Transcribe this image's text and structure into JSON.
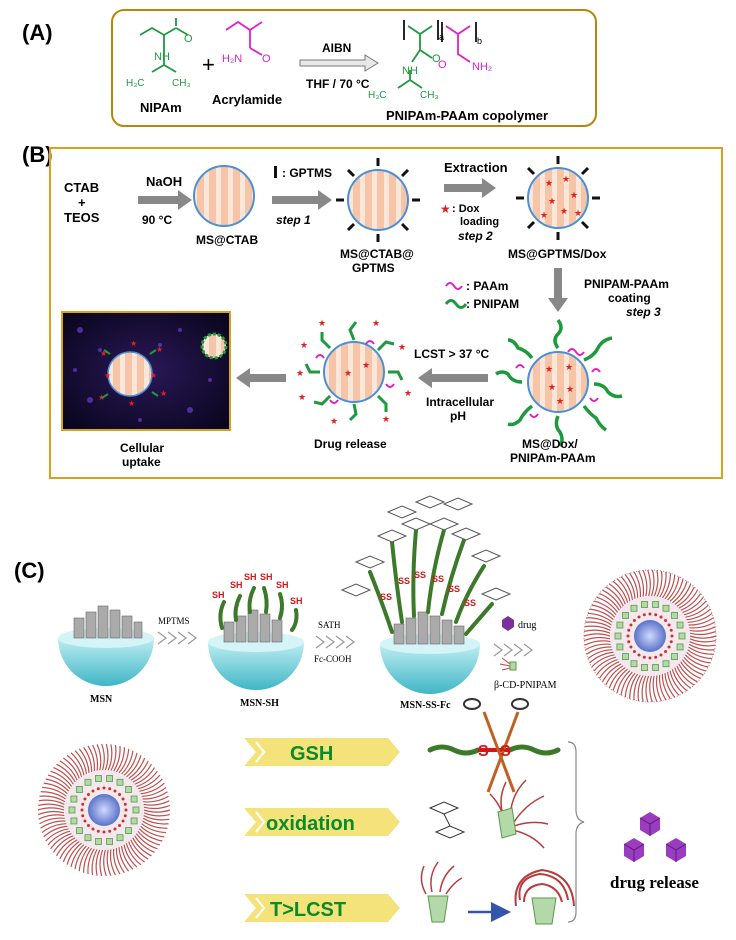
{
  "panelA": {
    "label": "(A)",
    "nipam": "NIPAm",
    "plus": "+",
    "acrylamide": "Acrylamide",
    "reagent": "AIBN",
    "conditions": "THF / 70 °C",
    "product": "PNIPAm-PAAm copolymer",
    "atoms": {
      "O": "O",
      "NH": "NH",
      "H3C": "H₃C",
      "CH3": "CH₃",
      "H2N": "H₂N",
      "NH2": "NH₂",
      "a": "a",
      "b": "b"
    }
  },
  "panelB": {
    "label": "(B)",
    "ctab": "CTAB",
    "plus": "+",
    "teos": "TEOS",
    "naoh": "NaOH",
    "temp": "90 °C",
    "gptms": ": GPTMS",
    "step1": "step 1",
    "ms_ctab": "MS@CTAB",
    "ms_ctab_gptms_1": "MS@CTAB@",
    "ms_ctab_gptms_2": "GPTMS",
    "extraction": "Extraction",
    "dox_1": ": Dox",
    "dox_2": "loading",
    "step2": "step 2",
    "ms_gptms_dox": "MS@GPTMS/Dox",
    "paam": ": PAAm",
    "pnipam": ": PNIPAM",
    "coating_1": "PNIPAM-PAAm",
    "coating_2": "coating",
    "step3": "step 3",
    "lcst": "LCST > 37 °C",
    "intra_1": "Intracellular",
    "intra_2": "pH",
    "ms_dox_1": "MS@Dox/",
    "ms_dox_2": "PNIPAm-PAAm",
    "drug_release": "Drug release",
    "cellular_1": "Cellular",
    "cellular_2": "uptake"
  },
  "panelC": {
    "label": "(C)",
    "mptms": "MPTMS",
    "sath": "SATH",
    "fccooh": "Fc-COOH",
    "drug": "drug",
    "bcd": "β-CD-PNIPAM",
    "msn": "MSN",
    "msn_sh": "MSN-SH",
    "msn_ss_fc": "MSN-SS-Fc",
    "sh": "SH",
    "ss": "SS",
    "gsh": "GSH",
    "oxidation": "oxidation",
    "tlcst": "T>LCST",
    "s": "S",
    "drug_release": "drug release"
  }
}
